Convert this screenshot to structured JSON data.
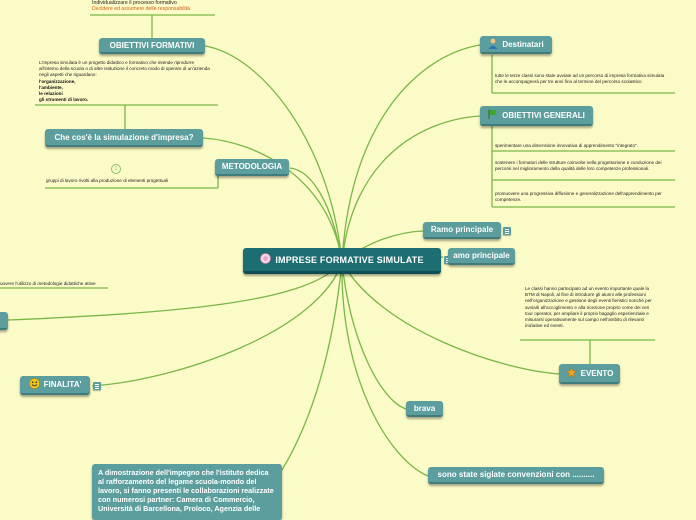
{
  "central": {
    "label": "IMPRESE FORMATIVE SIMULATE"
  },
  "top_note": {
    "line1": "Individualizzare il processo formativo",
    "line2": "Decidere ed assumere delle responsabilità"
  },
  "obiettivi_formativi": {
    "label": "OBIETTIVI FORMATIVI"
  },
  "impresa_note": {
    "intro": "L'impresa simulata è un progetto didattico e formativo che intende riprodurre all'interno della scuola o di altre istituzione il concreto modo di operare di un'azienda negli aspetti che riguardano:",
    "item1": "l'organizzazione,",
    "item2": "l'ambiente,",
    "item3": "le relazioni",
    "item4": "gli strumenti di lavoro."
  },
  "simulazione": {
    "label": "Che cos'è la simulazione d'impresa?"
  },
  "metodologia": {
    "label": "METODOLOGIA"
  },
  "metodologia_circle": {
    "label": "1"
  },
  "gruppi_note": {
    "text": "gruppi di lavoro rivolti alla produzione di elementi progettuali"
  },
  "left_note": {
    "text": "uovere l'utilizzo di metodologie didattiche attive"
  },
  "finalita": {
    "label": "FINALITA'"
  },
  "partner_note": {
    "text": "A dimostrazione dell'impegno che l'istituto dedica al rafforzamento del legame scuola-mondo del lavoro, si fanno presenti le collaborazioni realizzate con numerosi partner: Camera di Commercio, Università di Barcellona, Proloco, Agenzia delle"
  },
  "destinatari": {
    "label": "Destinatari"
  },
  "destinatari_note": {
    "text": "tutte le terze classi sono state avviate ad un percorso di impresa formativa simulata che le accompagnerà per tre anni fino al termine del percorso scolastico"
  },
  "obiettivi_generali": {
    "label": "OBIETTIVI GENERALI"
  },
  "og_note1": {
    "text": "sperimentare una dimensione innovativa di apprendimento \"integrato\"."
  },
  "og_note2": {
    "text": "sostenere i formatori delle strutture coinvolte nella progettazione e conduzione dei percorsi nel miglioramento della qualità delle loro competenze professionali."
  },
  "og_note3": {
    "text": "promuovere una progressiva diffusione e generalizzazione dell'apprendimento per competenze."
  },
  "ramo1": {
    "label": "Ramo principale"
  },
  "ramo2": {
    "label": "amo principale"
  },
  "evento_note": {
    "text": "Le classi hanno partecipato ad un evento importante quale la BTM di Napoli, al fine di introdurre gli alunni alle professioni nell'organizzazione e gestione degli eventi fieristici nonché per avviarli all'accoglimento e alla ricezione proprio come dei veri tour operator, per ampliare il proprio bagaglio esperienziale e misurarsi operativamente sul campo nell'ambito di rilevanti iniziative ed eventi."
  },
  "evento": {
    "label": "EVENTO"
  },
  "brava": {
    "label": "brava"
  },
  "convenzioni": {
    "label": "sono state siglate convenzioni con .........."
  },
  "colors": {
    "background": "#fbfbc7",
    "node": "#5b9e9d",
    "central": "#1d6e72",
    "link": "#7ab648"
  },
  "icons": [
    "person-icon",
    "flag-icon",
    "star-icon",
    "smiley-icon",
    "globe-icon",
    "list-icon"
  ]
}
